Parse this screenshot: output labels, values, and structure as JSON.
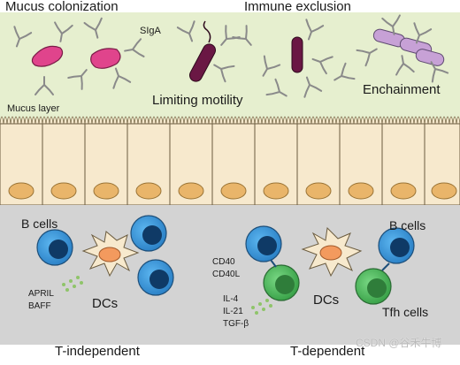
{
  "labels": {
    "mucus_colonization": "Mucus colonization",
    "immune_exclusion": "Immune exclusion",
    "siga": "SIgA",
    "mucus_layer": "Mucus layer",
    "limiting_motility": "Limiting motility",
    "enchainment": "Enchainment",
    "b_cells_left": "B cells",
    "b_cells_right": "B cells",
    "dcs_left": "DCs",
    "dcs_right": "DCs",
    "april": "APRIL",
    "baff": "BAFF",
    "cd40": "CD40",
    "cd40l": "CD40L",
    "il4": "IL-4",
    "il21": "IL-21",
    "tgfb": "TGF-β",
    "tfh_cells": "Tfh cells",
    "t_independent": "T-independent",
    "t_dependent": "T-dependent"
  },
  "watermark": "CSDN @谷禾牛博",
  "colors": {
    "mucus": "#e6efcf",
    "epithelium": "#f7e9cd",
    "nucleus": "#e9b56a",
    "lamina_propria": "#d3d3d3",
    "b_cell": "#3f9fe0",
    "tfh_cell": "#5cc86a",
    "dendritic_cell": "#f39a5e",
    "bacterium_pink": "#e0448c",
    "bacterium_dark": "#6a1744",
    "bacterium_lilac": "#c7a1d6",
    "antibody": "#8a8a8a"
  }
}
